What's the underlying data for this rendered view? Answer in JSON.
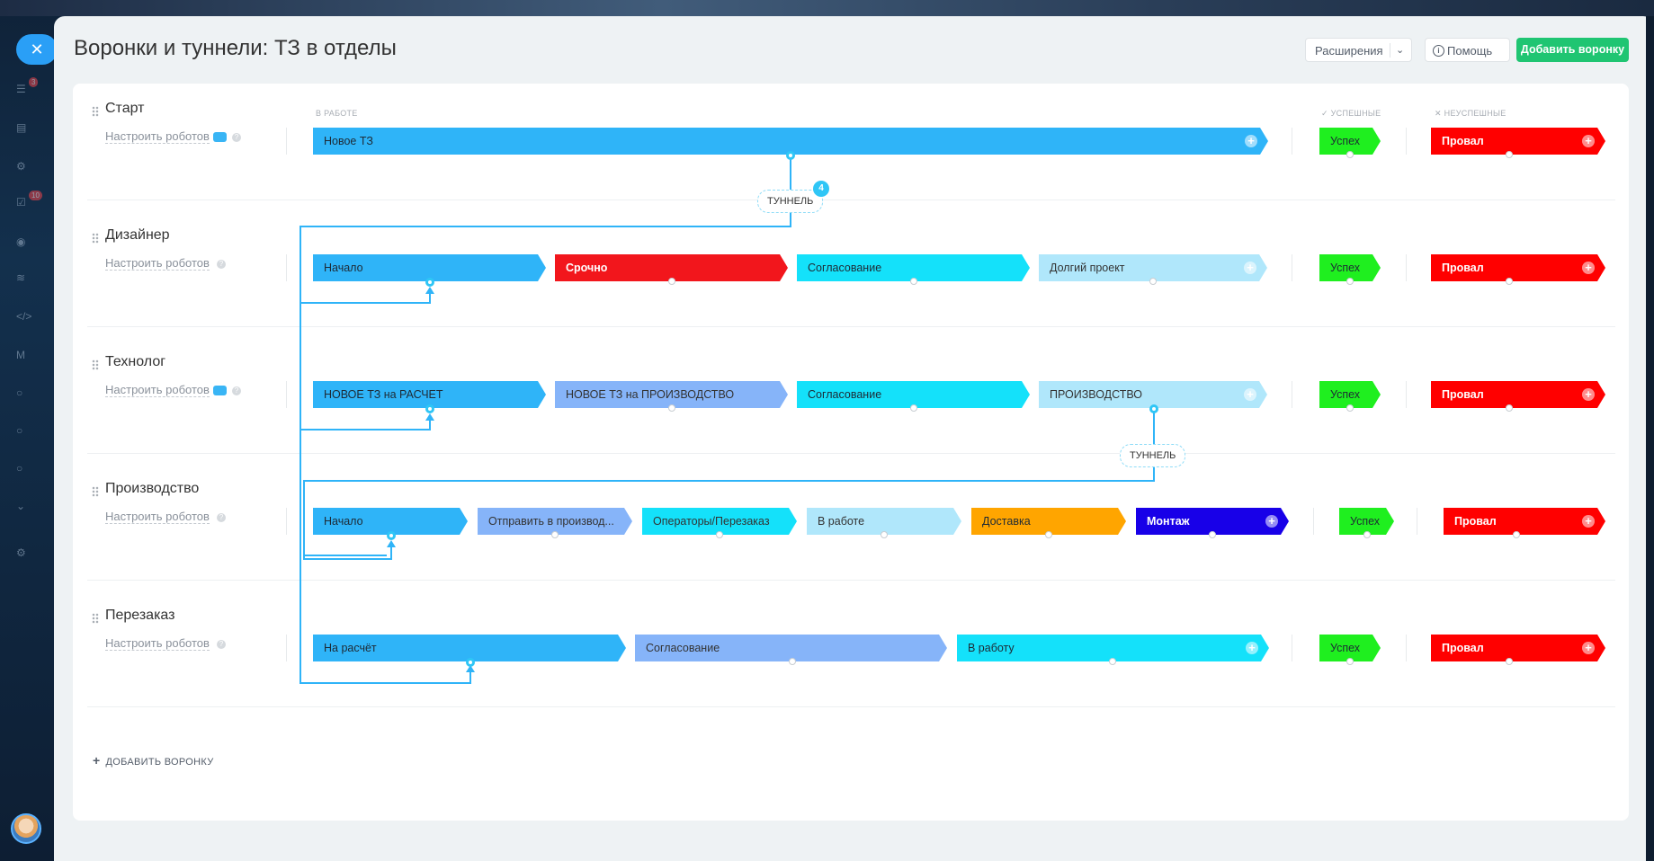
{
  "header": {
    "title": "Воронки и туннели: ТЗ в отделы",
    "extensions_label": "Расширения",
    "help_label": "Помощь",
    "add_funnel_label": "Добавить воронку"
  },
  "columns": {
    "in_work": "В РАБОТЕ",
    "success": "УСПЕШНЫЕ",
    "fail": "НЕУСПЕШНЫЕ"
  },
  "robots_label": "Настроить роботов",
  "tunnel_label": "ТУННЕЛЬ",
  "tunnel_count": "4",
  "add_funnel_bottom": "ДОБАВИТЬ ВОРОНКУ",
  "nav_badges": [
    "3",
    "10"
  ],
  "funnels": [
    {
      "name": "Старт",
      "stages": [
        "Новое ТЗ"
      ],
      "success": "Успех",
      "fail": "Провал"
    },
    {
      "name": "Дизайнер",
      "stages": [
        "Начало",
        "Срочно",
        "Согласование",
        "Долгий проект"
      ],
      "success": "Успех",
      "fail": "Провал"
    },
    {
      "name": "Технолог",
      "stages": [
        "НОВОЕ ТЗ на РАСЧЕТ",
        "НОВОЕ ТЗ на ПРОИЗВОДСТВО",
        "Согласование",
        "ПРОИЗВОДСТВО"
      ],
      "success": "Успех",
      "fail": "Провал"
    },
    {
      "name": "Производство",
      "stages": [
        "Начало",
        "Отправить в производ...",
        "Операторы/Перезаказ",
        "В работе",
        "Доставка",
        "Монтаж"
      ],
      "success": "Успех",
      "fail": "Провал"
    },
    {
      "name": "Перезаказ",
      "stages": [
        "На расчёт",
        "Согласование",
        "В работу"
      ],
      "success": "Успех",
      "fail": "Провал"
    }
  ],
  "colors": {
    "blue": "#2fb4f8",
    "red": "#f2161c",
    "cyan": "#14e1fa",
    "light_blue": "#b0e7fb",
    "periwinkle": "#86b4f9",
    "orange": "#ffa500",
    "dark_blue": "#1800e8",
    "success_green": "#1fef1f",
    "fail_red": "#ff0000",
    "tunnel_line": "#2fb4f8",
    "add_button": "#1fc572"
  }
}
